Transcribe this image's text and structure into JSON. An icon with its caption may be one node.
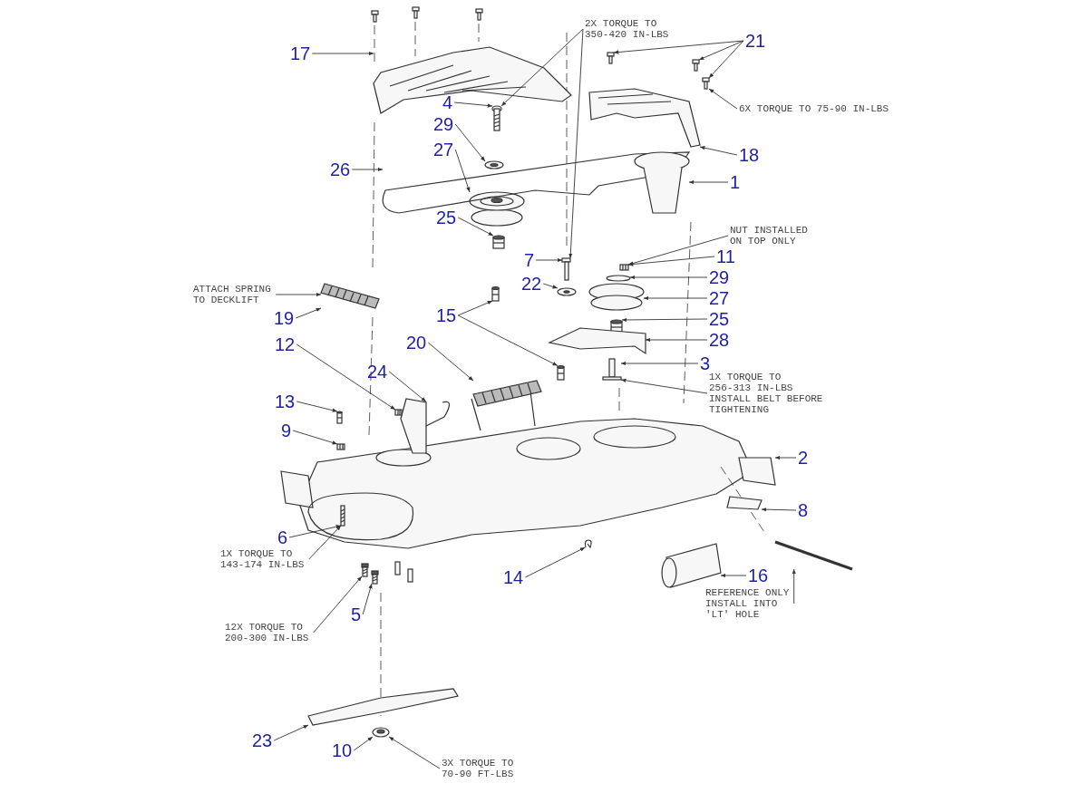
{
  "diagram": {
    "nodes": [
      {
        "text": [
          "17"
        ]
      },
      {
        "text": [
          "2X TORQUE TO 350-420 IN-LBS"
        ]
      },
      {
        "text": [
          "21"
        ]
      },
      {
        "text": [
          "6X TORQUE TO 75-90 IN-LBS"
        ]
      },
      {
        "text": [
          "4"
        ]
      },
      {
        "text": [
          "29"
        ]
      },
      {
        "text": [
          "27"
        ]
      },
      {
        "text": [
          "26"
        ]
      },
      {
        "text": [
          "18"
        ]
      },
      {
        "text": [
          "1"
        ]
      },
      {
        "text": [
          "25"
        ]
      },
      {
        "text": [
          "NUT INSTALLED ON TOP ONLY"
        ]
      },
      {
        "text": [
          "11"
        ]
      },
      {
        "text": [
          "7"
        ]
      },
      {
        "text": [
          "29"
        ]
      },
      {
        "text": [
          "22"
        ]
      },
      {
        "text": [
          "27"
        ]
      },
      {
        "text": [
          "ATTACH SPRING TO DECKLIFT"
        ]
      },
      {
        "text": [
          "19"
        ]
      },
      {
        "text": [
          "15"
        ]
      },
      {
        "text": [
          "25"
        ]
      },
      {
        "text": [
          "28"
        ]
      },
      {
        "text": [
          "12"
        ]
      },
      {
        "text": [
          "20"
        ]
      },
      {
        "text": [
          "3"
        ]
      },
      {
        "text": [
          "24"
        ]
      },
      {
        "text": [
          "1X TORQUE TO 256-313 IN-LBS INSTALL BELT BEFORE TIGHTENING"
        ]
      },
      {
        "text": [
          "13"
        ]
      },
      {
        "text": [
          "9"
        ]
      },
      {
        "text": [
          "2"
        ]
      },
      {
        "text": [
          "8"
        ]
      },
      {
        "text": [
          "6"
        ]
      },
      {
        "text": [
          "1X TORQUE TO 143-174 IN-LBS"
        ]
      },
      {
        "text": [
          "14"
        ]
      },
      {
        "text": [
          "16"
        ]
      },
      {
        "text": [
          "REFERENCE ONLY INSTALL INTO 'LT' HOLE"
        ]
      },
      {
        "text": [
          "12X TORQUE TO 200-300 IN-LBS"
        ]
      },
      {
        "text": [
          "5"
        ]
      },
      {
        "text": [
          "23"
        ]
      },
      {
        "text": [
          "10"
        ]
      },
      {
        "text": [
          "3X TORQUE TO 70-90 FT-LBS"
        ]
      },
      {
        "text": [],
        "shape": "picture"
      },
      {
        "text": [],
        "shape": "picture"
      },
      {
        "text": [],
        "shape": "picture"
      },
      {
        "text": [],
        "shape": "picture"
      },
      {
        "text": [],
        "shape": "picture"
      },
      {
        "text": [],
        "shape": "picture"
      },
      {
        "text": [],
        "shape": "picture"
      },
      {
        "text": [],
        "shape": "picture"
      },
      {
        "text": [],
        "shape": "picture"
      },
      {
        "text": [],
        "shape": "picture"
      },
      {
        "text": [],
        "shape": "picture"
      },
      {
        "text": [],
        "shape": "picture"
      },
      {
        "text": [],
        "shape": "picture"
      },
      {
        "text": [],
        "shape": "picture"
      },
      {
        "text": [],
        "shape": "picture"
      },
      {
        "text": [],
        "shape": "picture"
      },
      {
        "text": [],
        "shape": "picture"
      },
      {
        "text": [],
        "shape": "picture"
      },
      {
        "text": [],
        "shape": "picture"
      },
      {
        "text": [],
        "shape": "picture"
      },
      {
        "text": [],
        "shape": "picture"
      },
      {
        "text": [],
        "shape": "picture"
      },
      {
        "text": [],
        "shape": "picture"
      },
      {
        "text": [],
        "shape": "picture"
      },
      {
        "text": [],
        "shape": "picture"
      },
      {
        "text": [],
        "shape": "picture"
      },
      {
        "text": [],
        "shape": "picture"
      },
      {
        "text": [],
        "shape": "picture"
      },
      {
        "text": [],
        "shape": "picture"
      },
      {
        "text": [],
        "shape": "picture"
      },
      {
        "text": [],
        "shape": "picture"
      },
      {
        "text": [],
        "shape": "picture"
      },
      {
        "text": [],
        "shape": "picture"
      },
      {
        "text": [],
        "shape": "picture"
      },
      {
        "text": [],
        "shape": "picture"
      },
      {
        "text": [],
        "shape": "picture"
      },
      {
        "text": [],
        "shape": "picture"
      }
    ],
    "edges": [
      {
        "from": 0,
        "to": 41,
        "arrow": "to"
      },
      {
        "from": 1,
        "to": 42,
        "arrow": "to"
      },
      {
        "from": 1,
        "to": 52,
        "arrow": "to"
      },
      {
        "from": 2,
        "to": 44,
        "arrow": "to"
      },
      {
        "from": 2,
        "to": 45,
        "arrow": "to"
      },
      {
        "from": 2,
        "to": 46,
        "arrow": "to"
      },
      {
        "from": 3,
        "to": 46,
        "arrow": "to"
      },
      {
        "from": 4,
        "to": 42,
        "arrow": "to"
      },
      {
        "from": 5,
        "to": 47,
        "arrow": "to"
      },
      {
        "from": 6,
        "to": 48,
        "arrow": "to"
      },
      {
        "from": 7,
        "to": 49,
        "arrow": "to"
      },
      {
        "from": 8,
        "to": 43,
        "arrow": "to"
      },
      {
        "from": 9,
        "to": 50,
        "arrow": "to"
      },
      {
        "from": 10,
        "to": 51,
        "arrow": "to"
      },
      {
        "from": 11,
        "to": 54,
        "arrow": "to"
      },
      {
        "from": 12,
        "to": 54,
        "arrow": "to"
      },
      {
        "from": 13,
        "to": 52,
        "arrow": "to"
      },
      {
        "from": 14,
        "to": 55,
        "arrow": "to"
      },
      {
        "from": 15,
        "to": 53,
        "arrow": "to"
      },
      {
        "from": 16,
        "to": 56,
        "arrow": "to"
      },
      {
        "from": 17,
        "to": 62,
        "arrow": "to"
      },
      {
        "from": 18,
        "to": 62,
        "arrow": "to"
      },
      {
        "from": 19,
        "to": 57,
        "arrow": "to"
      },
      {
        "from": 19,
        "to": 58,
        "arrow": "to"
      },
      {
        "from": 20,
        "to": 59,
        "arrow": "to"
      },
      {
        "from": 21,
        "to": 60,
        "arrow": "to"
      },
      {
        "from": 22,
        "to": 64,
        "arrow": "to"
      },
      {
        "from": 23,
        "to": 63,
        "arrow": "to"
      },
      {
        "from": 24,
        "to": 61,
        "arrow": "to"
      },
      {
        "from": 25,
        "to": 65,
        "arrow": "to"
      },
      {
        "from": 26,
        "to": 61,
        "arrow": "to"
      },
      {
        "from": 27,
        "to": 66,
        "arrow": "to"
      },
      {
        "from": 28,
        "to": 67,
        "arrow": "to"
      },
      {
        "from": 29,
        "to": 69,
        "arrow": "to"
      },
      {
        "from": 30,
        "to": 70,
        "arrow": "to"
      },
      {
        "from": 31,
        "to": 68,
        "arrow": "to"
      },
      {
        "from": 32,
        "to": 68,
        "arrow": "to"
      },
      {
        "from": 33,
        "to": 71,
        "arrow": "to"
      },
      {
        "from": 34,
        "to": 72,
        "arrow": "to"
      },
      {
        "from": 35,
        "to": 73,
        "arrow": "to"
      },
      {
        "from": 36,
        "to": 74,
        "arrow": "to"
      },
      {
        "from": 37,
        "to": 75,
        "arrow": "to"
      },
      {
        "from": 38,
        "to": 76,
        "arrow": "to"
      },
      {
        "from": 39,
        "to": 77,
        "arrow": "to"
      },
      {
        "from": 40,
        "to": 77,
        "arrow": "to"
      }
    ]
  }
}
